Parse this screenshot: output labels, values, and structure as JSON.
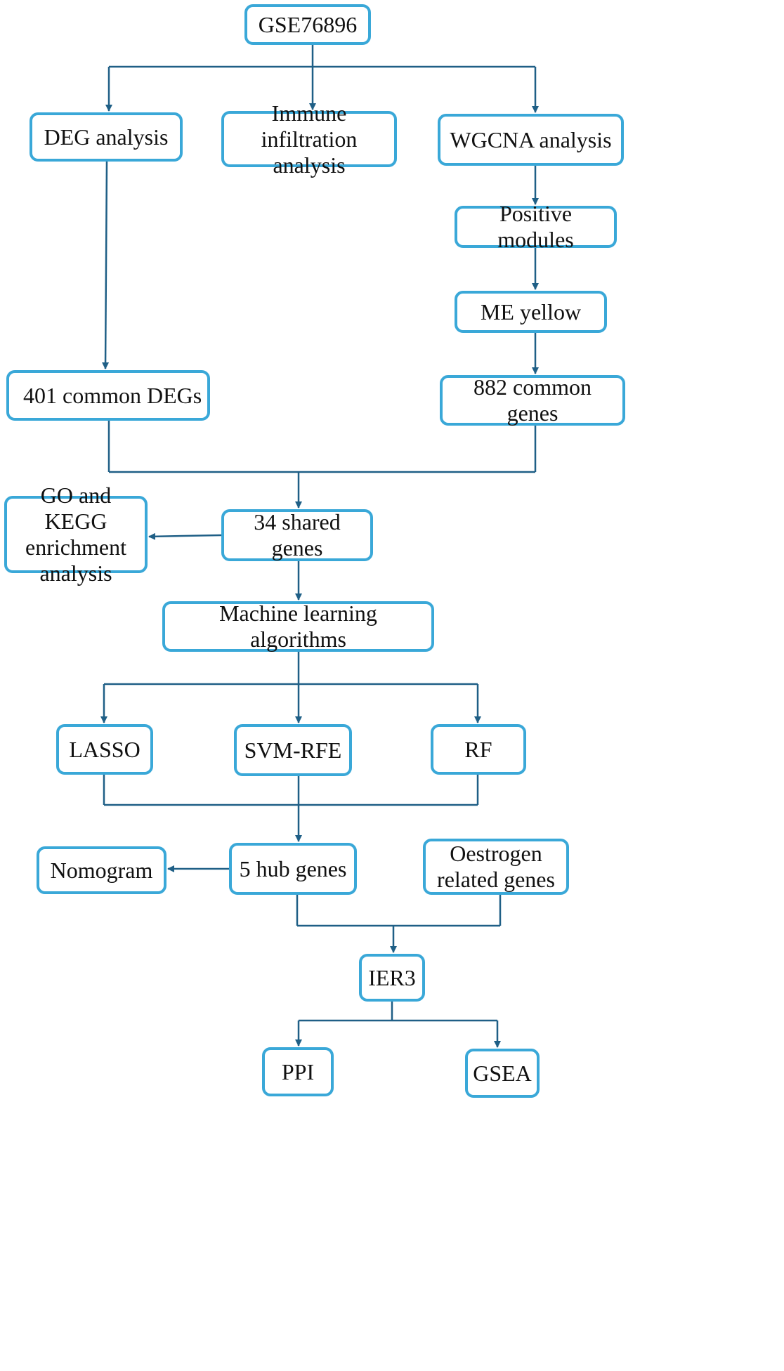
{
  "theme": {
    "box_border": "#3aa8d8",
    "line_color": "#1f5f86",
    "text_color": "#111111"
  },
  "nodes": {
    "gse": "GSE76896",
    "deg": "DEG analysis",
    "immune": "Immune infiltration\nanalysis",
    "wgcna": "WGCNA analysis",
    "positive": "Positive modules",
    "me_yellow": "ME yellow",
    "degs401": "401 common DEGs",
    "genes882": "882 common genes",
    "go_kegg": "GO and KEGG\nenrichment\nanalysis",
    "shared34": "34 shared  genes",
    "ml": "Machine learning algorithms",
    "lasso": "LASSO",
    "svm": "SVM-RFE",
    "rf": "RF",
    "nomogram": "Nomogram",
    "hub5": "5 hub genes",
    "oestrogen": "Oestrogen\nrelated genes",
    "ier3": "IER3",
    "ppi": "PPI",
    "gsea": "GSEA"
  },
  "edges": [
    [
      "gse",
      "deg"
    ],
    [
      "gse",
      "immune"
    ],
    [
      "gse",
      "wgcna"
    ],
    [
      "wgcna",
      "positive"
    ],
    [
      "positive",
      "me_yellow"
    ],
    [
      "me_yellow",
      "genes882"
    ],
    [
      "deg",
      "degs401"
    ],
    [
      "degs401",
      "shared34"
    ],
    [
      "genes882",
      "shared34"
    ],
    [
      "shared34",
      "go_kegg"
    ],
    [
      "shared34",
      "ml"
    ],
    [
      "ml",
      "lasso"
    ],
    [
      "ml",
      "svm"
    ],
    [
      "ml",
      "rf"
    ],
    [
      "lasso",
      "hub5"
    ],
    [
      "svm",
      "hub5"
    ],
    [
      "rf",
      "hub5"
    ],
    [
      "hub5",
      "nomogram"
    ],
    [
      "hub5",
      "ier3"
    ],
    [
      "oestrogen",
      "ier3"
    ],
    [
      "ier3",
      "ppi"
    ],
    [
      "ier3",
      "gsea"
    ]
  ]
}
